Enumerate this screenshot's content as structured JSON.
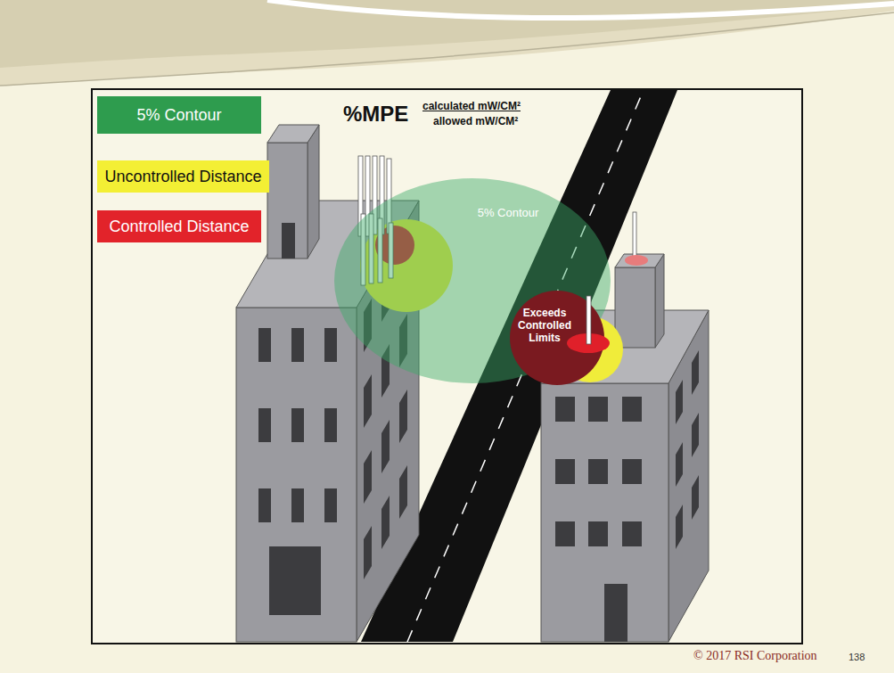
{
  "diagram": {
    "nodes": [
      {
        "text": [
          "5% Contour"
        ]
      },
      {
        "text": [
          "Exceeds Controlled Limits"
        ]
      }
    ],
    "labels": [
      "%MPE",
      "calculated mW/CM²",
      "allowed mW/CM²",
      "© 2017 RSI Corporation",
      "138"
    ],
    "legend": [
      {
        "text": "5% Contour",
        "color": "#2e9c4e"
      },
      {
        "text": "Uncontrolled Distance",
        "color": "#f3ef34"
      },
      {
        "text": "Controlled Distance",
        "color": "#e2232a"
      }
    ]
  }
}
